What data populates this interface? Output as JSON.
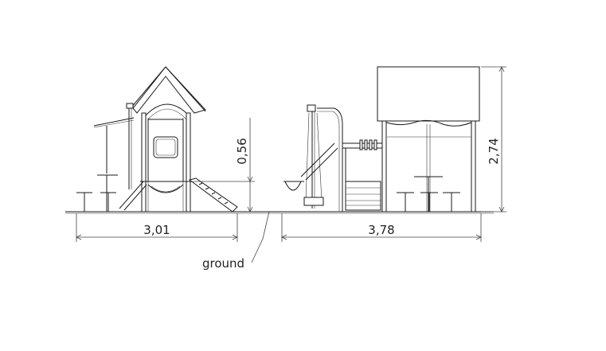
{
  "dimensions": {
    "left_width": "3,01",
    "right_width": "3,78",
    "height_total": "2,74",
    "platform_height": "0,56"
  },
  "labels": {
    "ground": "ground"
  }
}
